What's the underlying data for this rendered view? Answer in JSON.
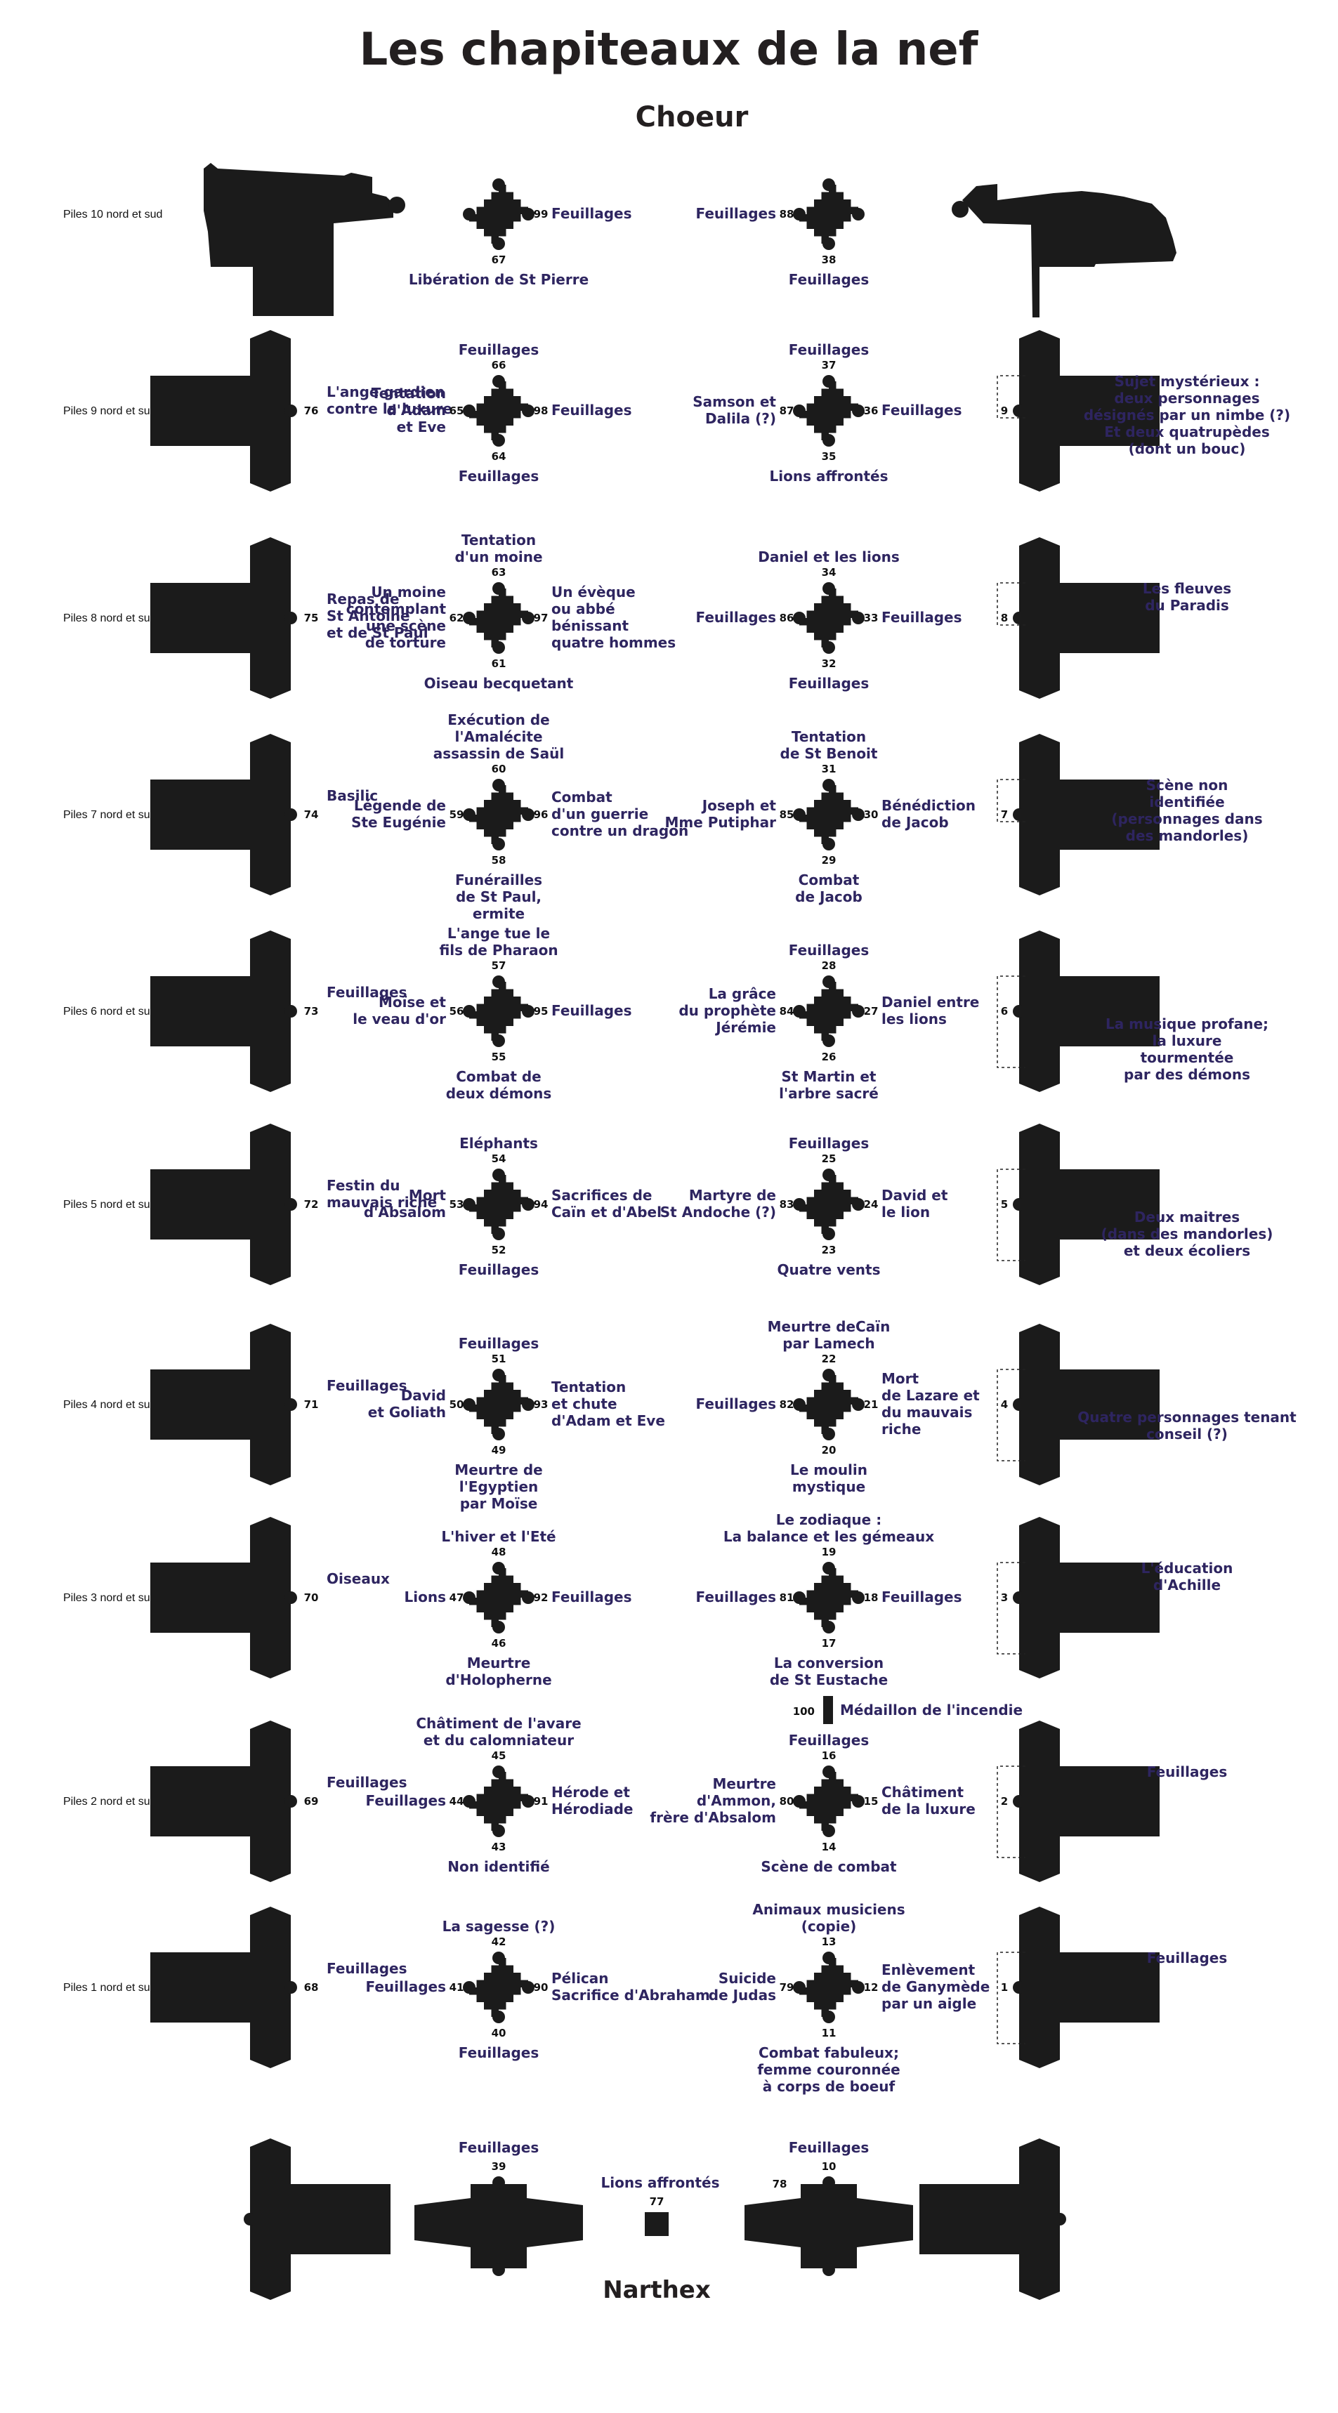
{
  "title": "Les chapiteaux de la nef",
  "choeur": "Choeur",
  "narthex": "Narthex",
  "medaillon": {
    "num": "100",
    "label": "Médaillon de l'incendie"
  },
  "rows": [
    {
      "label": "Piles 10 nord et sud",
      "lo": {
        "n": "",
        "e": "",
        "s": "",
        "w": ""
      },
      "li": {
        "n": "",
        "e": "99",
        "s": "67",
        "w": "",
        "le": "Feuillages",
        "ls": "Libération de St Pierre"
      },
      "ri": {
        "n": "",
        "e": "",
        "s": "38",
        "w": "88",
        "lw": "Feuillages",
        "ls": "Feuillages"
      },
      "ro": {
        "n": "",
        "e": "",
        "s": "",
        "w": ""
      }
    },
    {
      "label": "Piles 9 nord et sud",
      "lo": {
        "e": "76",
        "le": "L'ange gardien\ncontre la luxure"
      },
      "li": {
        "n": "66",
        "e": "98",
        "s": "64",
        "w": "65",
        "ln": "Feuillages",
        "le": "Feuillages",
        "ls": "Feuillages",
        "lw": "Tentation\nd'Adam\net Eve"
      },
      "ri": {
        "n": "37",
        "e": "36",
        "s": "35",
        "w": "87",
        "ln": "Feuillages",
        "le": "Feuillages",
        "ls": "Lions affrontés",
        "lw": "Samson et\nDalila (?)"
      },
      "ro": {
        "w": "9",
        "lw": "Sujet mystérieux :\ndeux personnages\ndésignés par un nimbe (?)\nEt deux quatrupèdes\n(dont un bouc)"
      }
    },
    {
      "label": "Piles 8 nord et sud",
      "lo": {
        "e": "75",
        "le": "Repas de\nSt Antoine\net de St Paul"
      },
      "li": {
        "n": "63",
        "e": "97",
        "s": "61",
        "w": "62",
        "ln": "Tentation\nd'un moine",
        "le": "Un évèque\nou abbé\nbénissant\nquatre hommes",
        "ls": "Oiseau becquetant",
        "lw": "Un moine\ncontemplant\nune scène\nde torture"
      },
      "ri": {
        "n": "34",
        "e": "33",
        "s": "32",
        "w": "86",
        "ln": "Daniel et les lions",
        "le": "Feuillages",
        "ls": "Feuillages",
        "lw": "Feuillages"
      },
      "ro": {
        "w": "8",
        "lw": "Les fleuves\ndu Paradis"
      }
    },
    {
      "label": "Piles 7 nord et sud",
      "lo": {
        "e": "74",
        "le": "Basilic"
      },
      "li": {
        "n": "60",
        "e": "96",
        "s": "58",
        "w": "59",
        "ln": "Exécution de\nl'Amalécite\nassassin de Saül",
        "le": "Combat\nd'un guerrie\ncontre un dragon",
        "ls": "Funérailles\nde St Paul,\nermite",
        "lw": "Légende de\nSte Eugénie"
      },
      "ri": {
        "n": "31",
        "e": "30",
        "s": "29",
        "w": "85",
        "ln": "Tentation\nde St Benoit",
        "le": "Bénédiction\nde Jacob",
        "ls": "Combat\nde Jacob",
        "lw": "Joseph et\nMme Putiphar"
      },
      "ro": {
        "w": "7",
        "lw": "Scène non\nidentifiée\n(personnages dans\ndes mandorles)"
      }
    },
    {
      "label": "Piles 6 nord et sud",
      "lo": {
        "e": "73",
        "le": "Feuillages"
      },
      "li": {
        "n": "57",
        "e": "95",
        "s": "55",
        "w": "56",
        "ln": "L'ange tue le\nfils de Pharaon",
        "le": "Feuillages",
        "ls": "Combat de\ndeux démons",
        "lw": "Moïse et\nle veau d'or"
      },
      "ri": {
        "n": "28",
        "e": "27",
        "s": "26",
        "w": "84",
        "ln": "Feuillages",
        "le": "Daniel entre\nles lions",
        "ls": "St Martin et\nl'arbre sacré",
        "lw": "La grâce\ndu prophète\nJérémie"
      },
      "ro": {
        "w": "6",
        "lw": "La musique profane;\nla luxure\ntourmentée\npar des démons"
      }
    },
    {
      "label": "Piles 5 nord et sud",
      "lo": {
        "e": "72",
        "le": "Festin du\nmauvais riche"
      },
      "li": {
        "n": "54",
        "e": "94",
        "s": "52",
        "w": "53",
        "ln": "Eléphants",
        "le": "Sacrifices de\nCaïn et d'Abel",
        "ls": "Feuillages",
        "lw": "Mort\nd'Absalom"
      },
      "ri": {
        "n": "25",
        "e": "24",
        "s": "23",
        "w": "83",
        "ln": "Feuillages",
        "le": "David et\nle lion",
        "ls": "Quatre vents",
        "lw": "Martyre de\nSt Andoche (?)"
      },
      "ro": {
        "w": "5",
        "lw": "Deux maitres\n(dans des mandorles)\net deux écoliers"
      }
    },
    {
      "label": "Piles 4 nord et sud",
      "lo": {
        "e": "71",
        "le": "Feuillages"
      },
      "li": {
        "n": "51",
        "e": "93",
        "s": "49",
        "w": "50",
        "ln": "Feuillages",
        "le": "Tentation\net chute\nd'Adam et Eve",
        "ls": "Meurtre de\nl'Egyptien\npar Moïse",
        "lw": "David\net Goliath"
      },
      "ri": {
        "n": "22",
        "e": "21",
        "s": "20",
        "w": "82",
        "ln": "Meurtre deCaïn\npar Lamech",
        "le": "Mort\nde Lazare et\ndu mauvais\nriche",
        "ls": "Le moulin\nmystique",
        "lw": "Feuillages"
      },
      "ro": {
        "w": "4",
        "lw": "Quatre personnages tenant\nconseil (?)"
      }
    },
    {
      "label": "Piles 3 nord et sud",
      "lo": {
        "e": "70",
        "le": "Oiseaux"
      },
      "li": {
        "n": "48",
        "e": "92",
        "s": "46",
        "w": "47",
        "ln": "L'hiver et l'Eté",
        "le": "Feuillages",
        "ls": "Meurtre\nd'Holopherne",
        "lw": "Lions"
      },
      "ri": {
        "n": "19",
        "e": "18",
        "s": "17",
        "w": "81",
        "ln": "Le zodiaque :\nLa balance et  les gémeaux",
        "le": "Feuillages",
        "ls": "La conversion\nde St Eustache",
        "lw": "Feuillages"
      },
      "ro": {
        "w": "3",
        "lw": "L'éducation\nd'Achille"
      }
    },
    {
      "label": "Piles 2 nord et sud",
      "lo": {
        "e": "69",
        "le": "Feuillages"
      },
      "li": {
        "n": "45",
        "e": "91",
        "s": "43",
        "w": "44",
        "ln": "Châtiment de l'avare\net du calomniateur",
        "le": "Hérode et\nHérodiade",
        "ls": "Non identifié",
        "lw": "Feuillages"
      },
      "ri": {
        "n": "16",
        "e": "15",
        "s": "14",
        "w": "80",
        "ln": "Feuillages",
        "le": "Châtiment\nde la luxure",
        "ls": "Scène de combat",
        "lw": "Meurtre\nd'Ammon,\nfrère d'Absalom"
      },
      "ro": {
        "w": "2",
        "lw": "Feuillages"
      }
    },
    {
      "label": "Piles 1 nord et sud",
      "lo": {
        "e": "68",
        "le": "Feuillages"
      },
      "li": {
        "n": "42",
        "e": "90",
        "s": "40",
        "w": "41",
        "ln": "La sagesse (?)",
        "le": "Pélican\nSacrifice d'Abraham",
        "ls": "Feuillages",
        "lw": "Feuillages"
      },
      "ri": {
        "n": "13",
        "e": "12",
        "s": "11",
        "w": "79",
        "ln": "Animaux musiciens\n(copie)",
        "le": "Enlèvement\nde Ganymède\npar un aigle",
        "ls": "Combat fabuleux;\nfemme couronnée\nà corps de boeuf",
        "lw": "Suicide\nde Judas"
      },
      "ro": {
        "w": "1",
        "lw": "Feuillages"
      }
    }
  ],
  "narthex_row": {
    "li": {
      "n": "39",
      "ln": "Feuillages"
    },
    "center": {
      "n": "77",
      "ln": "Lions affrontés"
    },
    "ri": {
      "n": "10",
      "w": "78",
      "ln": "Feuillages"
    }
  }
}
